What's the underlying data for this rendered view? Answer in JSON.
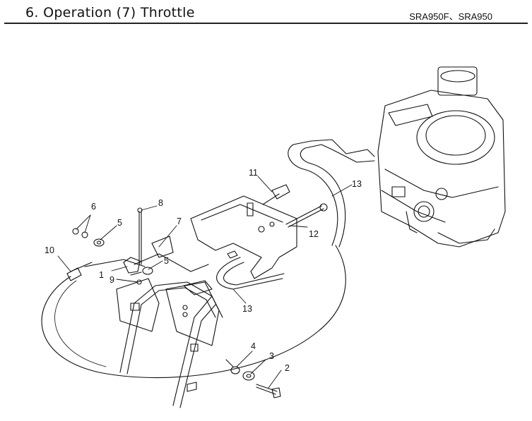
{
  "header": {
    "title": "6. Operation (7) Throttle",
    "models": "SRA950F、SRA950"
  },
  "callouts": {
    "c1": "1",
    "c2": "2",
    "c3": "3",
    "c4": "4",
    "c5a": "5",
    "c5b": "5",
    "c6": "6",
    "c7": "7",
    "c8": "8",
    "c9": "9",
    "c10": "10",
    "c11": "11",
    "c12": "12",
    "c13a": "13",
    "c13b": "13"
  },
  "colors": {
    "ink": "#111111",
    "background": "#ffffff"
  }
}
